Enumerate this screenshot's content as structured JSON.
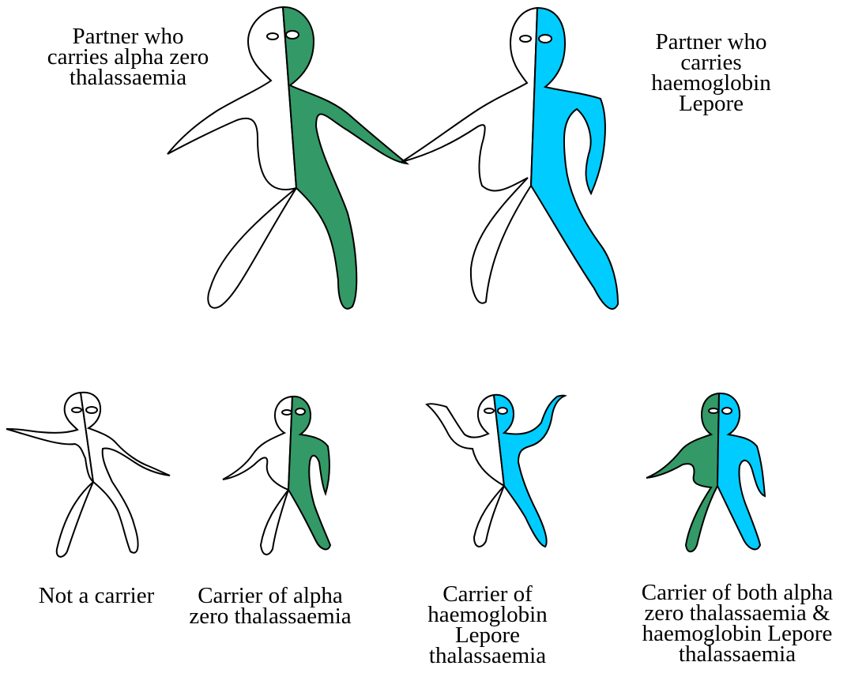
{
  "captions": {
    "parent_left": "Partner who\ncarries alpha zero\nthalassaemia",
    "parent_right": "Partner who\ncarries\nhaemoglobin\nLepore",
    "child_1": "Not a carrier",
    "child_2": "Carrier of alpha\nzero thalassaemia",
    "child_3": "Carrier of\nhaemoglobin\nLepore\nthalassaemia",
    "child_4": "Carrier of both alpha\nzero thalassaemia &\nhaemoglobin Lepore\nthalassaemia"
  },
  "colors": {
    "alpha_zero": "#339966",
    "lepore": "#00CCFF",
    "unaffected": "#FFFFFF",
    "outline": "#000000"
  }
}
